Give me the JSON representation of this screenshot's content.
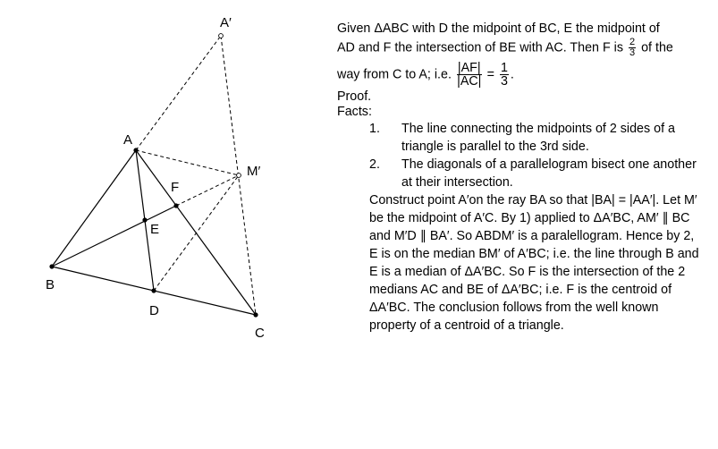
{
  "figure": {
    "points": {
      "A_prime": "A′",
      "A": "A",
      "M_prime": "M′",
      "F": "F",
      "E": "E",
      "B": "B",
      "D": "D",
      "C": "C"
    }
  },
  "text": {
    "given_1": "Given ΔABC with D the midpoint of BC, E the midpoint of",
    "given_2a": "AD and F the intersection of BE with AC.  Then F is",
    "given_2_frac_num": "2",
    "given_2_frac_den": "3",
    "given_2b": "of the",
    "given_3a": "way from C to A; i.e.",
    "given_3_frac1_num": "|AF|",
    "given_3_frac1_den": "|AC|",
    "given_3_eq": "=",
    "given_3_frac2_num": "1",
    "given_3_frac2_den": "3",
    "given_3_end": ".",
    "proof_label": "Proof.",
    "facts_label": "Facts:",
    "facts": [
      {
        "num": "1.",
        "text": "The line connecting the midpoints of 2 sides of a triangle is parallel to the 3rd side."
      },
      {
        "num": "2.",
        "text": "The diagonals of a parallelogram bisect one another at their intersection."
      }
    ],
    "proof_body": "Construct point A′on the ray BA so that |BA| = |AA′|. Let M′ be the midpoint of A′C.  By 1) applied to ΔA′BC, AM′ ∥ BC and M′D ∥ BA′.  So ABDM′ is a paralellogram.  Hence by 2, E is on the median BM′ of A′BC; i.e. the line through B and E is a median of ΔA′BC.  So F is the intersection of the 2 medians AC and BE of ΔA′BC; i.e. F is the centroid of ΔA′BC. The conclusion follows from the well known property of a centroid of a triangle."
  }
}
